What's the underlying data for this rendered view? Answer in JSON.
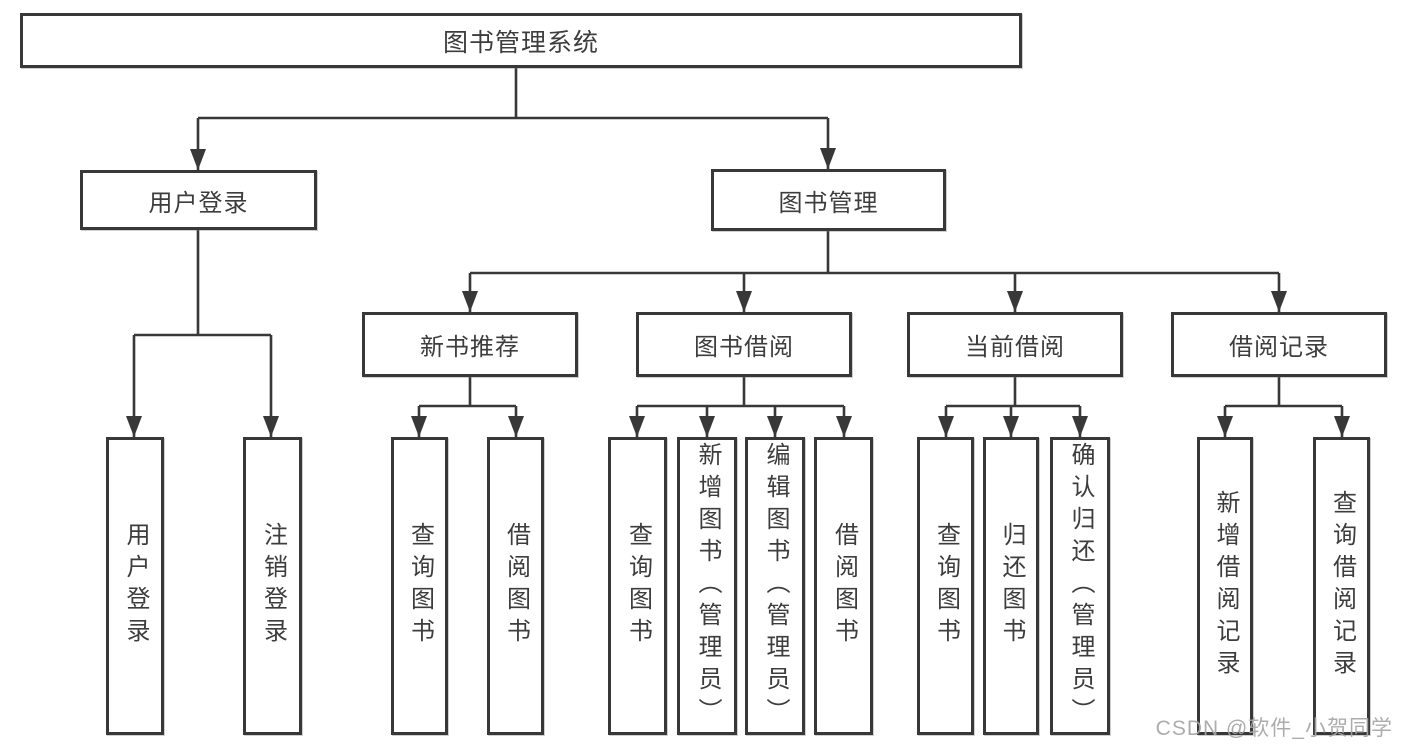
{
  "root": {
    "label": "图书管理系统"
  },
  "branches": [
    {
      "label": "用户登录",
      "children": [
        {
          "label": "用户登录"
        },
        {
          "label": "注销登录"
        }
      ]
    },
    {
      "label": "图书管理",
      "children": [
        {
          "label": "新书推荐",
          "children": [
            {
              "label": "查询图书"
            },
            {
              "label": "借阅图书"
            }
          ]
        },
        {
          "label": "图书借阅",
          "children": [
            {
              "label": "查询图书"
            },
            {
              "label": "新增图书（管理员）"
            },
            {
              "label": "编辑图书（管理员）"
            },
            {
              "label": "借阅图书"
            }
          ]
        },
        {
          "label": "当前借阅",
          "children": [
            {
              "label": "查询图书"
            },
            {
              "label": "归还图书"
            },
            {
              "label": "确认归还（管理员）"
            }
          ]
        },
        {
          "label": "借阅记录",
          "children": [
            {
              "label": "新增借阅记录"
            },
            {
              "label": "查询借阅记录"
            }
          ]
        }
      ]
    }
  ],
  "watermark": {
    "text": "CSDN @软件_小贺同学",
    "color": "#a6a6a6"
  },
  "colors": {
    "line": "#383838",
    "border": "#383838",
    "text": "#3d3d3d",
    "background": "#ffffff"
  }
}
